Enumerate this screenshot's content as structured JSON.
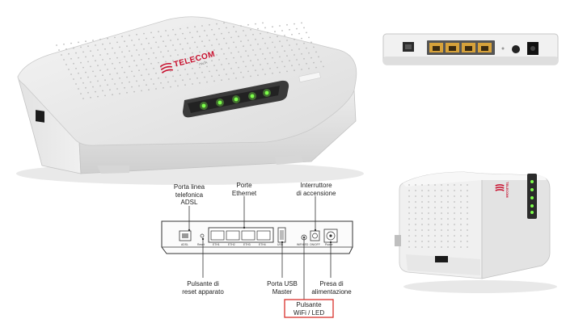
{
  "main_router": {
    "brand": "TELECOM",
    "brand_sub": "ITALIA",
    "model_label": "",
    "brand_color": "#c8102e",
    "led_color": "#7dff4a"
  },
  "side_router": {
    "brand": "TELECOM"
  },
  "diagram": {
    "labels": {
      "adsl": "Porta linea\ntelefonica\nADSL",
      "ethernet": "Porte\nEthernet",
      "switch": "Interruttore\ndi accensione",
      "reset": "Pulsante di\nreset apparato",
      "usb": "Porta USB\nMaster",
      "power": "Presa di\nalimentazione",
      "wifi": "Pulsante\nWiFi / LED"
    },
    "port_labels": [
      "ADSL",
      "Reset",
      "ETH1",
      "ETH2",
      "ETH3",
      "ETH4",
      "USB",
      "WiFi/LED",
      "ON/OFF",
      "Power"
    ],
    "highlight_color": "#d9312b"
  }
}
